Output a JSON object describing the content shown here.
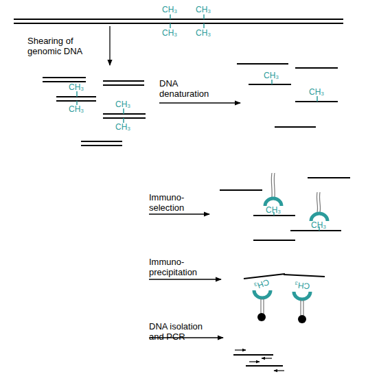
{
  "diagram": {
    "labels": [
      "CH₃",
      "CH₃",
      "CH₃",
      "CH₃",
      "Shearing of genomic DNA",
      "CH₃",
      "CH₃",
      "CH₃",
      "CH₃",
      "DNA denaturation",
      "CH₃",
      "CH₃",
      "Immuno- selection",
      "CH₃",
      "CH₃",
      "Immuno- precipitation",
      "CH₃",
      "CH₃",
      "DNA isolation and PCR"
    ]
  }
}
